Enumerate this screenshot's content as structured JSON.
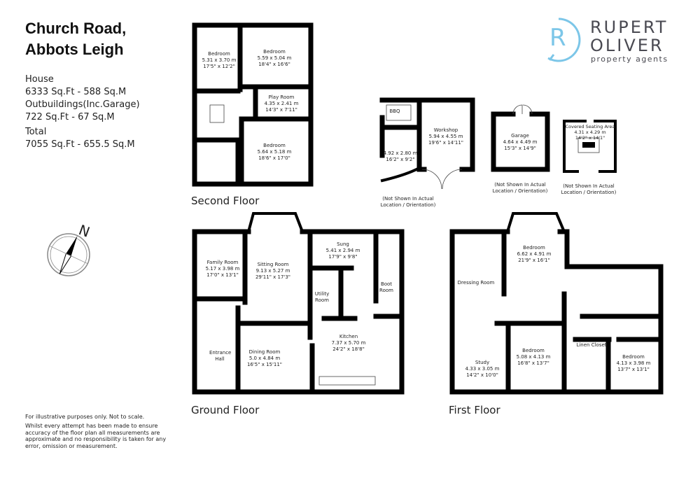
{
  "property": {
    "title_line1": "Church Road,",
    "title_line2": "Abbots Leigh",
    "areas": [
      "House",
      "6333 Sq.Ft - 588 Sq.M",
      "Outbuildings(Inc.Garage)",
      "722 Sq.Ft - 67 Sq.M"
    ],
    "total_label": "Total",
    "total_value": "7055 Sq.Ft - 655.5 Sq.M"
  },
  "logo": {
    "letter": "R",
    "line1": "RUPERT",
    "line2": "OLIVER",
    "line3": "property agents",
    "ring_color": "#7cc6e8",
    "text_color": "#4a4a52"
  },
  "compass": {
    "label": "N",
    "icon": "compass-north-icon"
  },
  "floors": {
    "second": {
      "label": "Second Floor",
      "rooms": [
        {
          "name": "Bedroom",
          "m": "5.31 x 3.70 m",
          "ft": "17'5\" x 12'2\""
        },
        {
          "name": "Bedroom",
          "m": "5.59 x 5.04 m",
          "ft": "18'4\" x 16'6\""
        },
        {
          "name": "Play Room",
          "m": "4.35 x 2.41 m",
          "ft": "14'3\" x 7'11\""
        },
        {
          "name": "Bedroom",
          "m": "5.64 x 5.18 m",
          "ft": "18'6\" x 17'0\""
        }
      ]
    },
    "ground": {
      "label": "Ground Floor",
      "rooms": [
        {
          "name": "Family Room",
          "m": "5.17 x 3.98 m",
          "ft": "17'0\" x 13'1\""
        },
        {
          "name": "Sitting Room",
          "m": "9.13 x 5.27 m",
          "ft": "29'11\" x 17'3\""
        },
        {
          "name": "Sung",
          "m": "5.41 x 2.94 m",
          "ft": "17'9\" x 9'8\""
        },
        {
          "name": "Boot Room",
          "m": "",
          "ft": ""
        },
        {
          "name": "Utility Room",
          "m": "",
          "ft": ""
        },
        {
          "name": "Kitchen",
          "m": "7.37 x 5.70 m",
          "ft": "24'2\" x 18'8\""
        },
        {
          "name": "Entrance Hall",
          "m": "",
          "ft": ""
        },
        {
          "name": "Dining Room",
          "m": "5.0 x 4.84 m",
          "ft": "16'5\" x 15'11\""
        }
      ]
    },
    "first": {
      "label": "First Floor",
      "rooms": [
        {
          "name": "Bedroom",
          "m": "6.62 x 4.91 m",
          "ft": "21'9\" x 16'1\""
        },
        {
          "name": "Dressing Room",
          "m": "",
          "ft": ""
        },
        {
          "name": "Study",
          "m": "4.33 x 3.05 m",
          "ft": "14'2\" x 10'0\""
        },
        {
          "name": "Bedroom",
          "m": "5.08 x 4.13 m",
          "ft": "16'8\" x 13'7\""
        },
        {
          "name": "Linen Closet",
          "m": "",
          "ft": ""
        },
        {
          "name": "Bedroom",
          "m": "4.13 x 3.98 m",
          "ft": "13'7\" x 13'1\""
        }
      ]
    },
    "outbuildings": {
      "bbq_label": "BBQ",
      "store": {
        "m": "4.92 x 2.80 m",
        "ft": "16'2\" x 9'2\""
      },
      "workshop": {
        "name": "Workshop",
        "m": "5.94 x 4.55 m",
        "ft": "19'6\" x 14'11\""
      },
      "garage": {
        "name": "Garage",
        "m": "4.64 x 4.49 m",
        "ft": "15'3\" x 14'9\""
      },
      "seating": {
        "name": "Covered Seating Area",
        "m": "4.31 x 4.29 m",
        "ft": "14'2\" x 14'1\""
      },
      "note_line1": "(Not Shown In Actual",
      "note_line2": "Location / Orientation)"
    }
  },
  "disclaimer": {
    "line1": "For illustrative purposes only. Not to scale.",
    "line2": "Whilst every attempt has been made to ensure accuracy of the floor plan all measurements are approximate and no responsibility is taken for any error, omission or measurement."
  }
}
